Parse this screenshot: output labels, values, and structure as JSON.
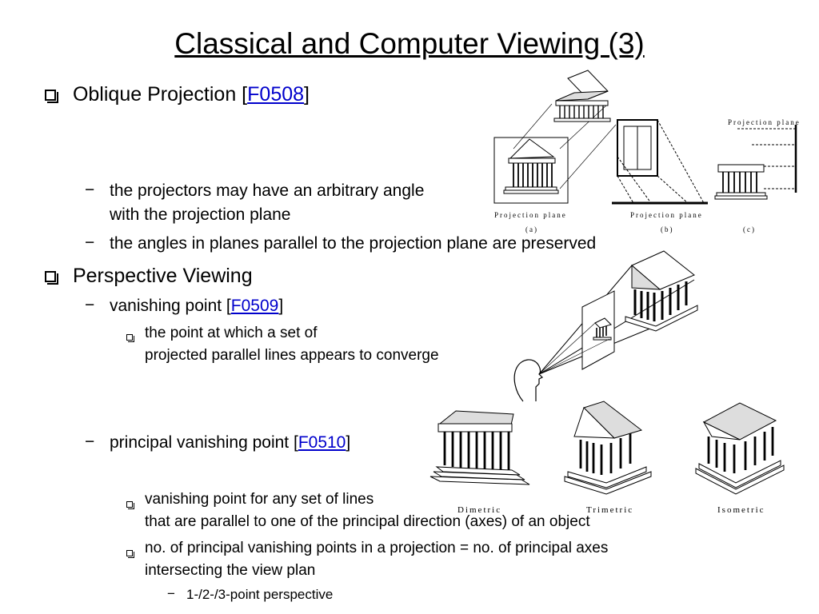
{
  "title": "Classical and Computer Viewing (3)",
  "oblique": {
    "heading": "Oblique Projection [",
    "ref": "F0508",
    "close": "]",
    "bullets": [
      "the projectors may have an arbitrary angle",
      "with the projection plane",
      "the angles in planes parallel to the projection plane are preserved"
    ],
    "figure": {
      "caption_a": "Projection plane",
      "caption_b": "Projection plane",
      "caption_c": "Projection plane",
      "label_a": "(a)",
      "label_b": "(b)",
      "label_c": "(c)"
    }
  },
  "perspective": {
    "heading": "Perspective Viewing",
    "vp": {
      "label": "vanishing point [",
      "ref": "F0509",
      "close": "]"
    },
    "vp_def": [
      "the point at which a set of",
      "projected parallel lines appears to converge"
    ],
    "pvp": {
      "label": "principal vanishing point [",
      "ref": "F0510",
      "close": "]"
    },
    "pvp_def1": [
      "vanishing point for any set of lines",
      "that are parallel to one of the principal direction (axes) of an object"
    ],
    "pvp_def2": [
      "no. of principal vanishing points in a projection = no. of principal axes",
      "intersecting the view plan"
    ],
    "sub": "1-/2-/3-point perspective",
    "figure_captions": [
      "Dimetric",
      "Trimetric",
      "Isometric"
    ]
  }
}
